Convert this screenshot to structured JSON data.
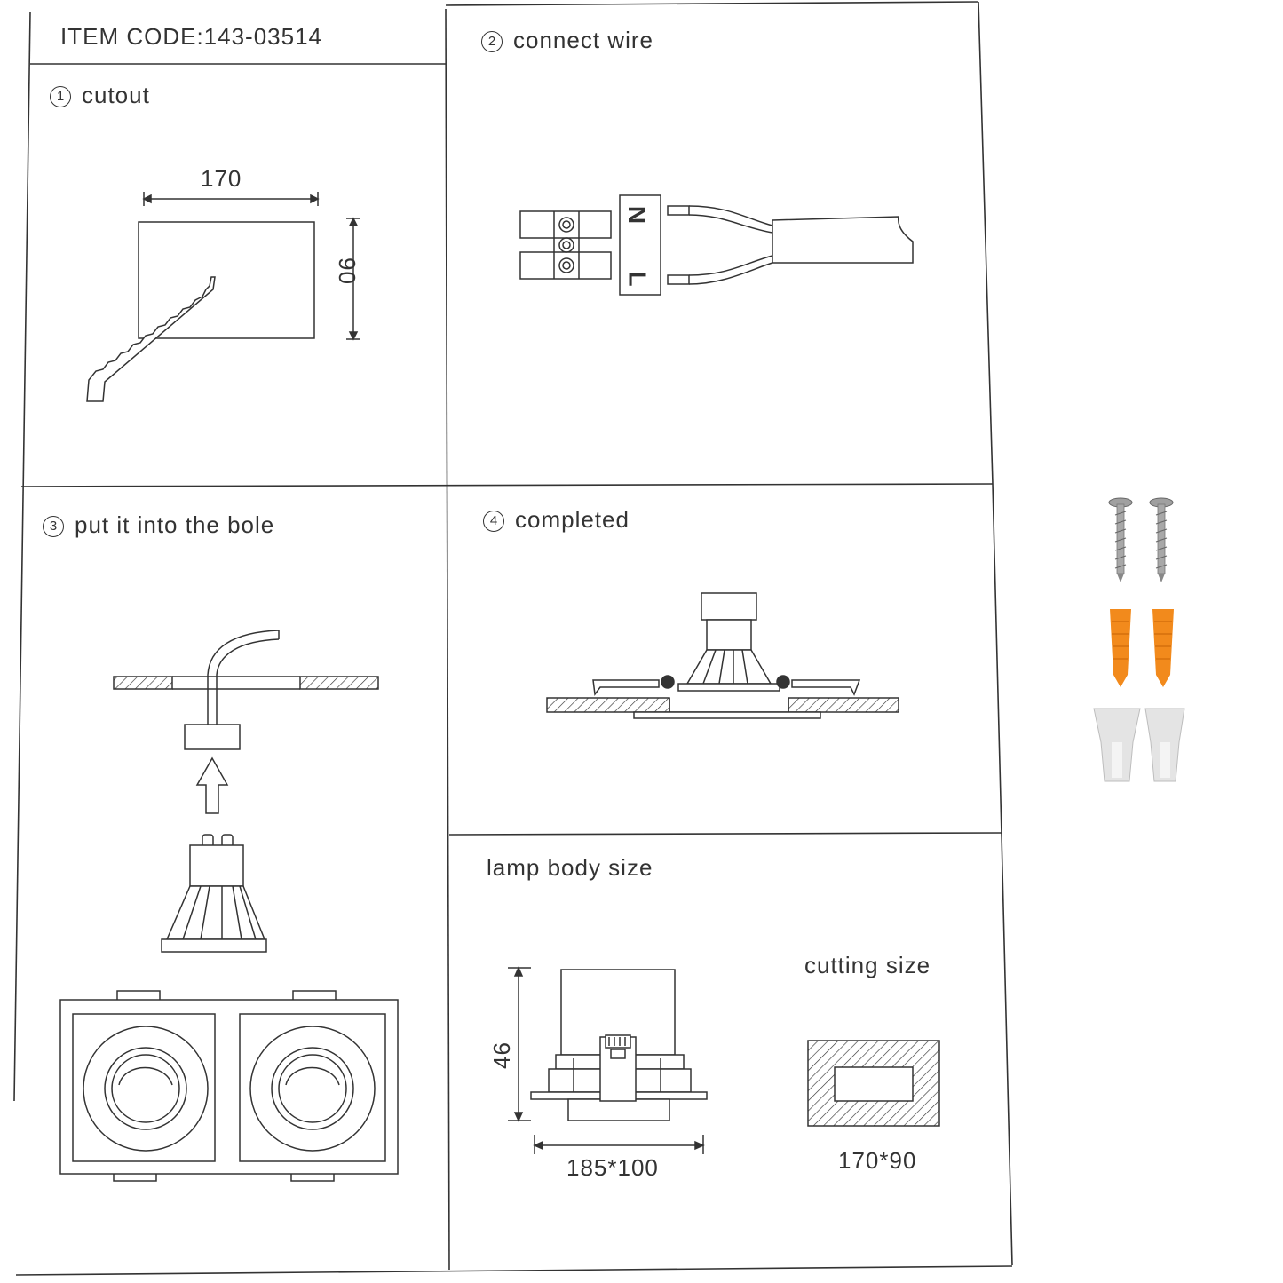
{
  "header": {
    "item_code": "ITEM CODE:143-03514"
  },
  "steps": [
    {
      "number": "1",
      "label": "cutout"
    },
    {
      "number": "2",
      "label": "connect wire"
    },
    {
      "number": "3",
      "label": "put it into the bole"
    },
    {
      "number": "4",
      "label": "completed"
    }
  ],
  "cutout": {
    "width": "170",
    "height": "90"
  },
  "wiring": {
    "neutral": "N",
    "live": "L"
  },
  "lamp_body": {
    "title": "lamp body size",
    "height": "46",
    "footprint": "185*100",
    "cutting_title": "cutting size",
    "cutting": "170*90"
  },
  "accessory_colors": {
    "screw": "#9a9a9a",
    "anchor": "#f28a1c",
    "connector": "#e4e4e4"
  }
}
